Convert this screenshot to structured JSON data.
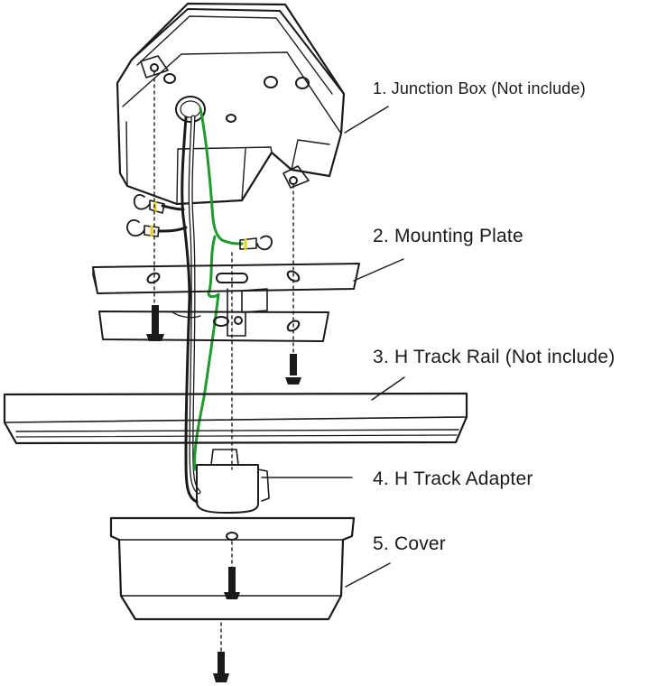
{
  "labels": {
    "junction_box": "1. Junction Box (Not include)",
    "mounting_plate": "2. Mounting Plate",
    "h_track_rail": "3. H Track Rail (Not include)",
    "h_track_adapter": "4. H Track Adapter",
    "cover": "5. Cover"
  },
  "colors": {
    "line": "#1a1a1a",
    "ground_wire": "#1f9a2e",
    "wire_nut_band": "#e8d21a",
    "background": "#ffffff"
  }
}
